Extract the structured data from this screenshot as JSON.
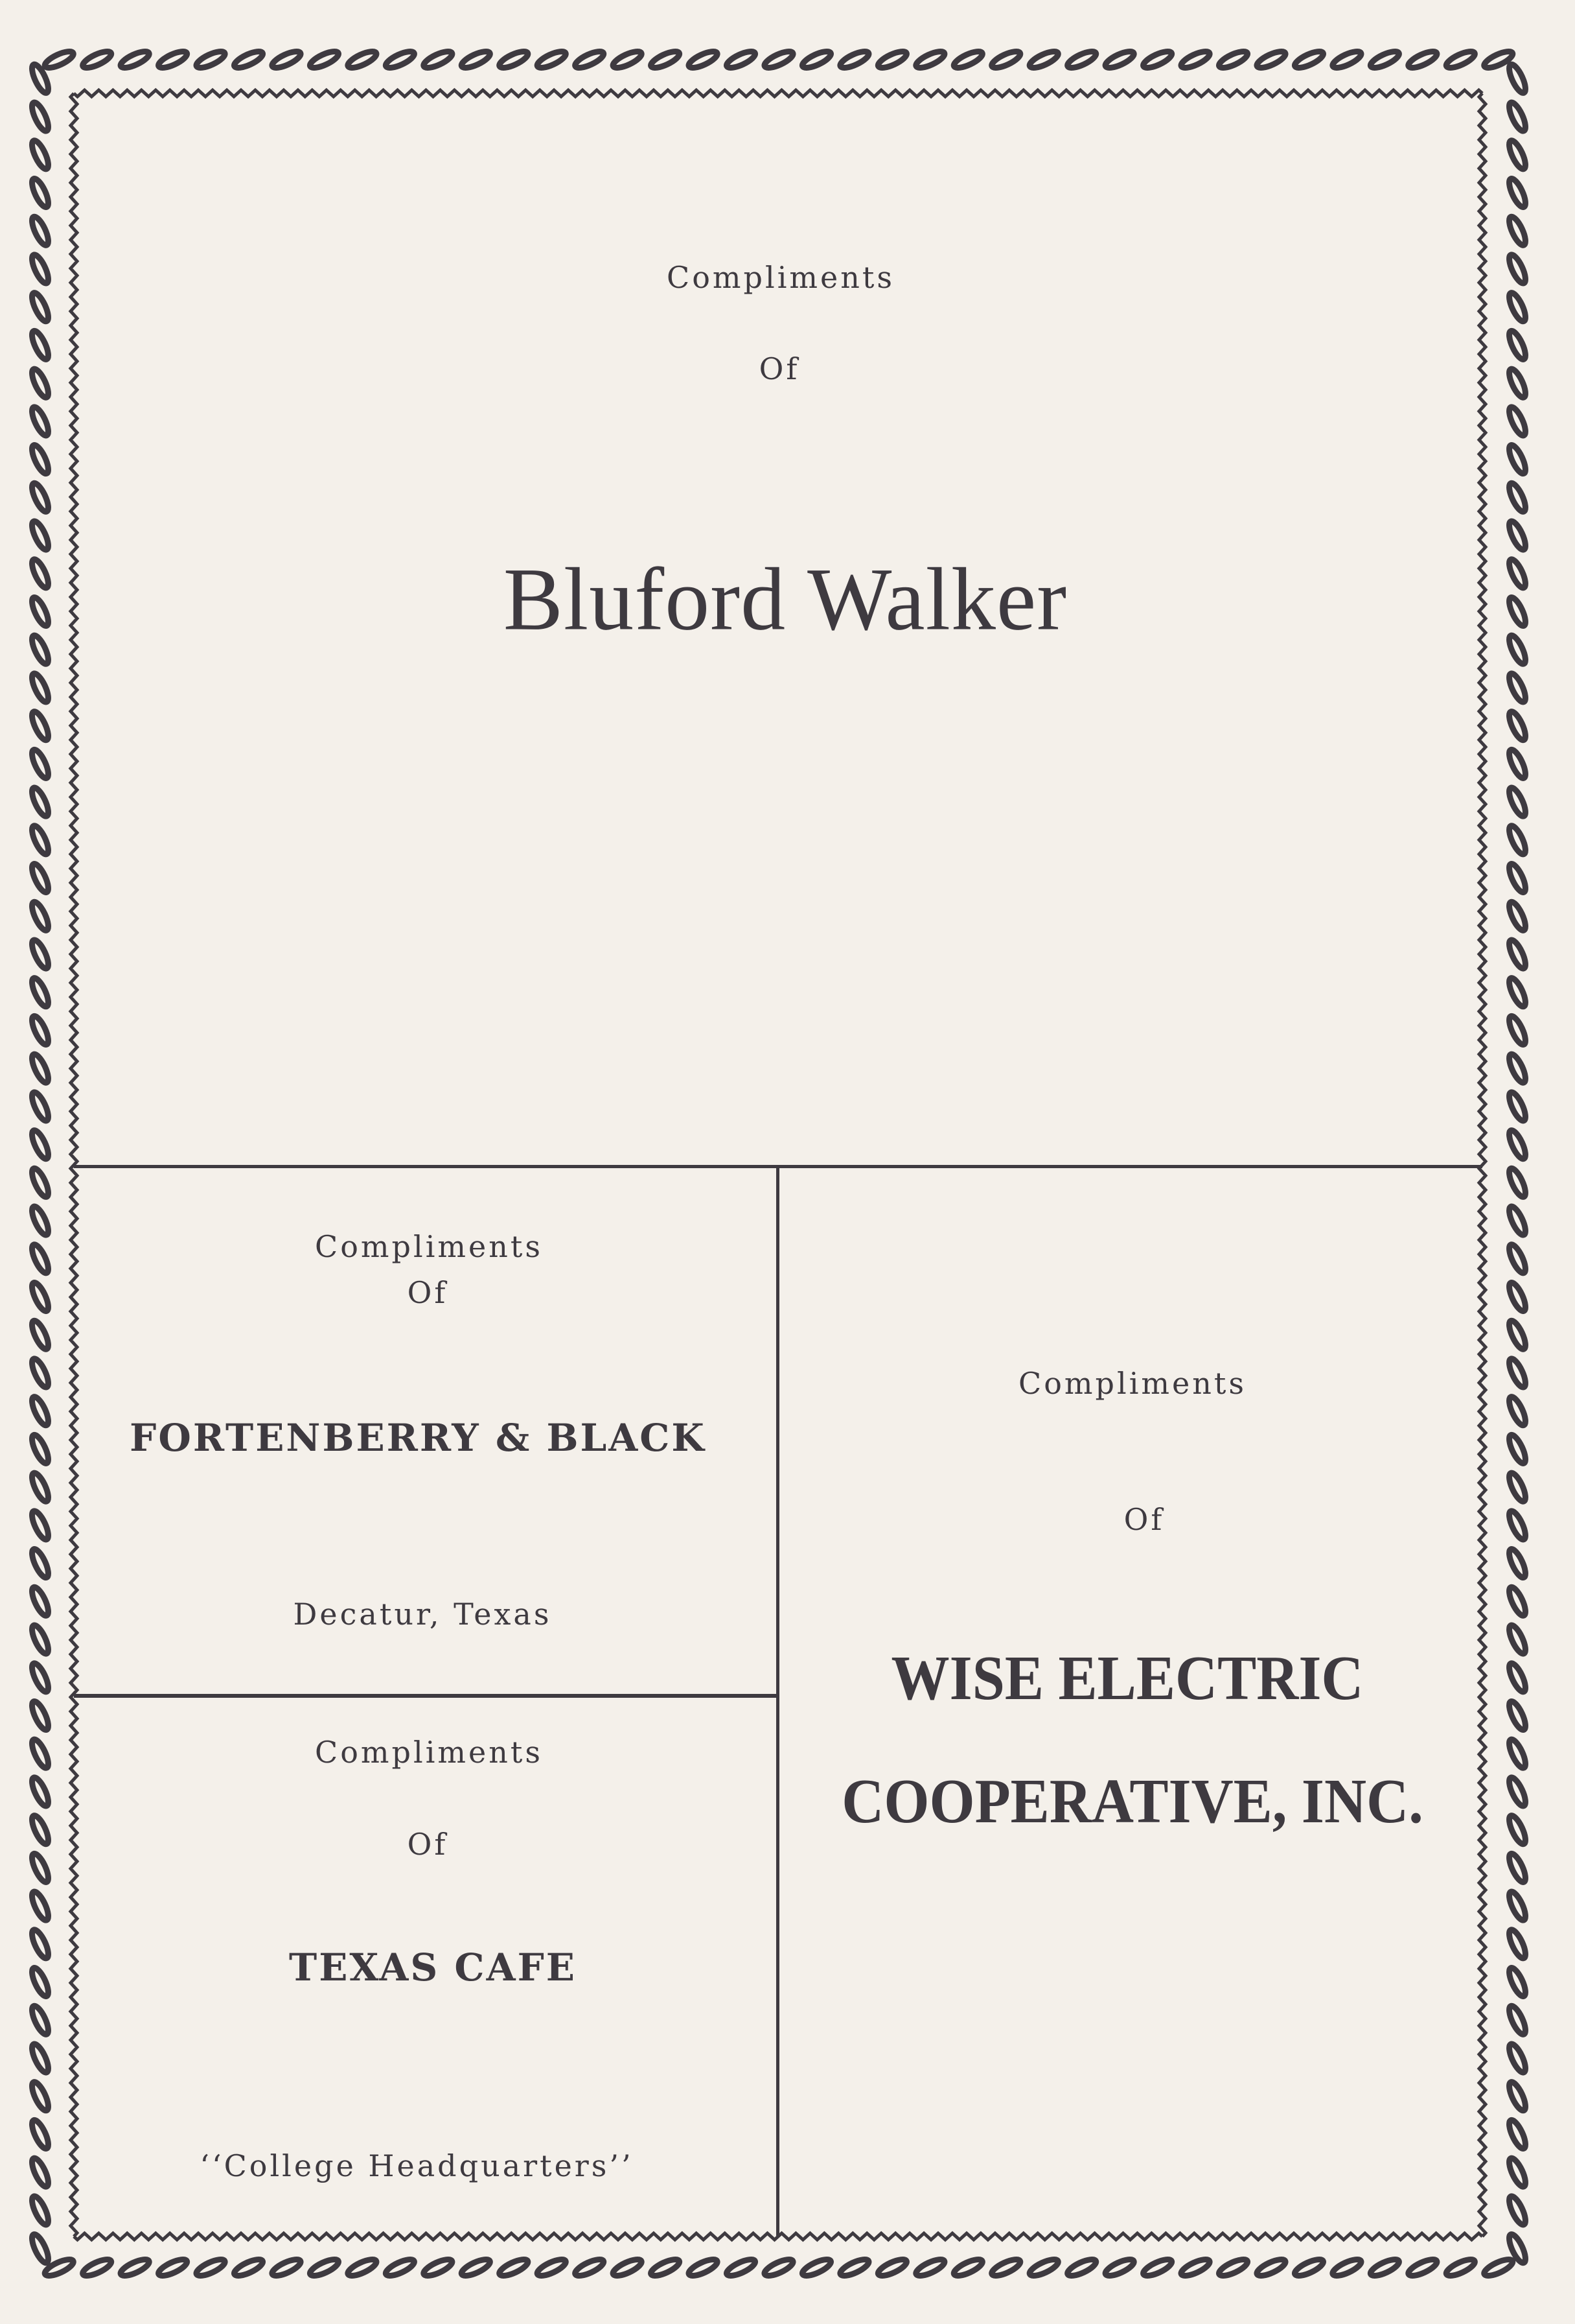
{
  "main_ad": {
    "compliments": "Compliments",
    "of": "Of",
    "name": "Bluford Walker"
  },
  "left_top_ad": {
    "compliments": "Compliments",
    "of": "Of",
    "name": "FORTENBERRY & BLACK",
    "location": "Decatur, Texas"
  },
  "left_bottom_ad": {
    "compliments": "Compliments",
    "of": "Of",
    "name": "TEXAS CAFE",
    "tagline": "‘‘College Headquarters’’"
  },
  "right_ad": {
    "compliments": "Compliments",
    "of": "Of",
    "name_line1": "WISE ELECTRIC",
    "name_line2": "COOPERATIVE, INC."
  },
  "colors": {
    "paper": "#f4f0ea",
    "ink": "#3e3a40"
  }
}
